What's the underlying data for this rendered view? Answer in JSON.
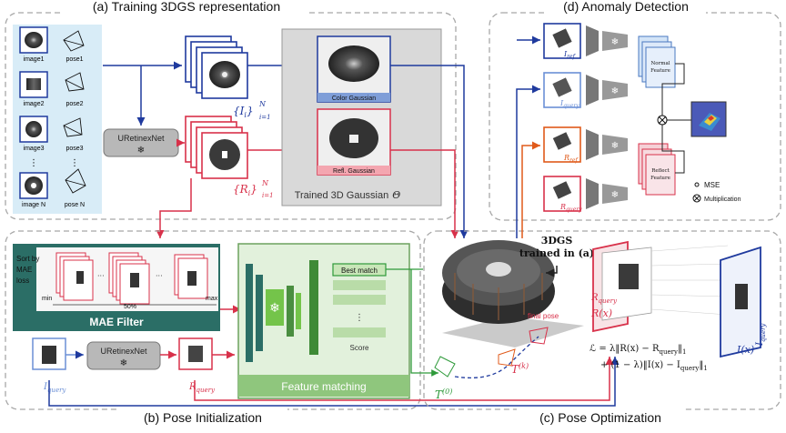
{
  "sections": {
    "a_title": "(a) Training 3DGS representation",
    "b_title": "(b) Pose Initialization",
    "c_title": "(c) Pose Optimization",
    "d_title": "(d) Anomaly Detection"
  },
  "training": {
    "images": [
      "image1",
      "image2",
      "image3",
      "image N"
    ],
    "poses": [
      "pose1",
      "pose2",
      "pose3",
      "pose N"
    ],
    "uretinex": "URetinexNet",
    "color_set_base": "{I",
    "color_set_sub": "i",
    "color_set_tail": "}",
    "color_set_n": "N",
    "color_set_i": "i=1",
    "refl_set_base": "{R",
    "refl_set_sub": "i",
    "refl_set_tail": "}",
    "refl_set_n": "N",
    "refl_set_i": "i=1",
    "color_gaussian": "Color Gaussian",
    "refl_gaussian": "Refl. Gaussian",
    "trained_label": "Trained 3D Gaussian",
    "theta": "Θ"
  },
  "pose_init": {
    "sort_label_1": "Sort by",
    "sort_label_2": "MAE",
    "sort_label_3": "loss",
    "min": "min",
    "pct": "50%",
    "max": "max",
    "mae_filter": "MAE Filter",
    "best_match": "Best match",
    "score": "Score",
    "feature_matching": "Feature matching",
    "uretinex": "URetinexNet",
    "i_query": "I",
    "i_query_sub": "query",
    "r_query": "R",
    "r_query_sub": "query"
  },
  "pose_opt": {
    "trained_in_1": "3DGS",
    "trained_in_2": "trained in (a)",
    "final_pose": "final pose",
    "t_k": "T",
    "t_k_sup": "(k)",
    "t_0": "T",
    "t_0_sup": "(0)",
    "r_query_lbl": "R",
    "r_query_sub": "query",
    "r_x": "R(x)",
    "i_query_lbl": "I",
    "i_query_sub": "query",
    "i_x": "I(x)",
    "loss_line1": "ℒ = λ‖R(x) − R",
    "loss_line1_sub": "query",
    "loss_line1_tail": "‖",
    "loss_line1_end": "1",
    "loss_line2": "+ (1 − λ)‖I(x) − I",
    "loss_line2_sub": "query",
    "loss_line2_tail": "‖",
    "loss_line2_end": "1"
  },
  "anomaly": {
    "i_ref": "I",
    "i_ref_sub": "ref",
    "i_query": "I",
    "i_query_sub": "query",
    "r_ref": "R",
    "r_ref_sub": "ref",
    "r_query": "R",
    "r_query_sub": "query",
    "normal_feature_1": "Normal",
    "normal_feature_2": "Feature",
    "reflect_feature_1": "Reflect",
    "reflect_feature_2": "Feature",
    "mse": "MSE",
    "multiplication": "Multiplication"
  },
  "colors": {
    "blue": "#1f3a9e",
    "red": "#d8314a",
    "green": "#2e9a3a",
    "teal": "#2b6e66",
    "dash": "#9a9a9a",
    "gauss_bg": "#d6d6d6"
  }
}
